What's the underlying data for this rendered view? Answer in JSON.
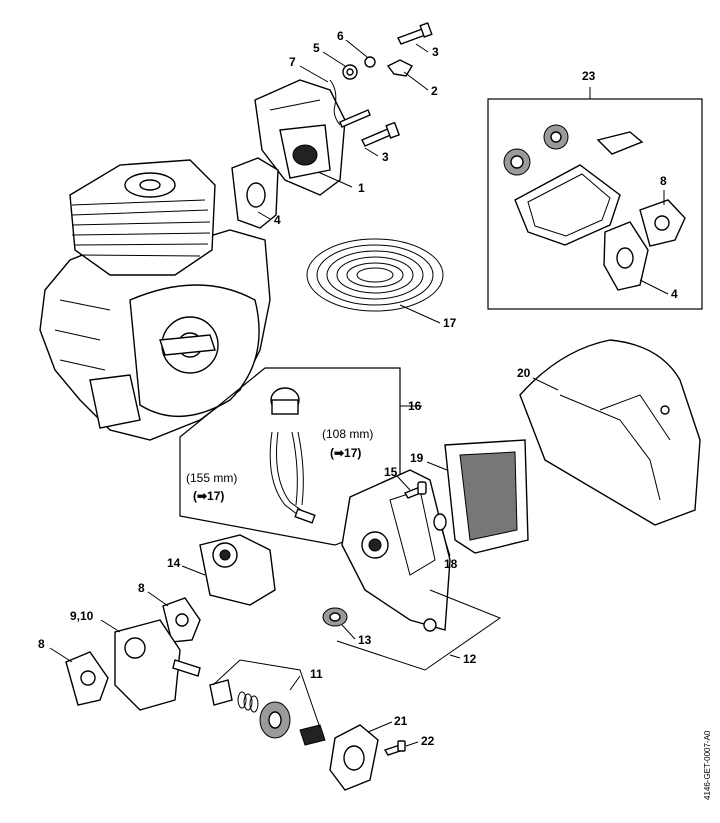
{
  "diagram": {
    "callouts": {
      "c1": "1",
      "c2": "2",
      "c3a": "3",
      "c3b": "3",
      "c4a": "4",
      "c4b": "4",
      "c5": "5",
      "c6": "6",
      "c7": "7",
      "c8a": "8",
      "c8b": "8",
      "c8c": "8",
      "c910": "9,10",
      "c11": "11",
      "c12": "12",
      "c13": "13",
      "c14": "14",
      "c15": "15",
      "c16": "16",
      "c17": "17",
      "c18": "18",
      "c19": "19",
      "c20": "20",
      "c21": "21",
      "c22": "22",
      "c23": "23"
    },
    "hose_long_length": "(155 mm)",
    "hose_long_ref": "(➡17)",
    "hose_short_length": "(108 mm)",
    "hose_short_ref": "(➡17)",
    "reference_code": "4146-GET-0007-A0",
    "colors": {
      "line": "#000000",
      "background": "#ffffff"
    }
  }
}
